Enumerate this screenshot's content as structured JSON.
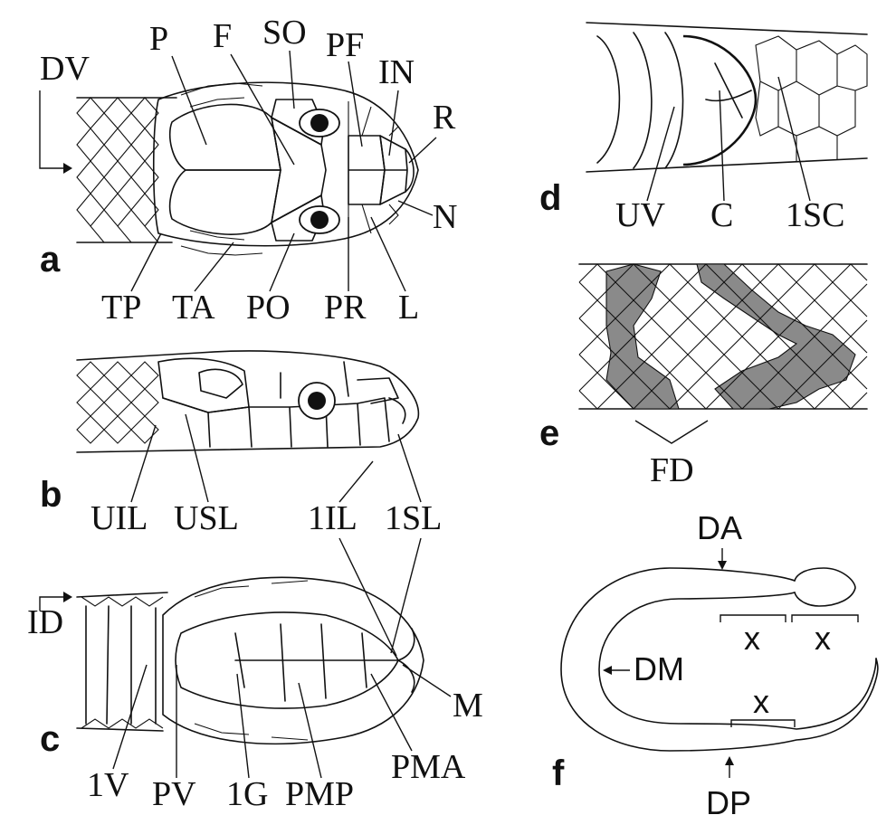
{
  "panels": {
    "a": "a",
    "b": "b",
    "c": "c",
    "d": "d",
    "e": "e",
    "f": "f"
  },
  "labels_a": {
    "DV": "DV",
    "P": "P",
    "F": "F",
    "SO": "SO",
    "PF": "PF",
    "IN": "IN",
    "R": "R",
    "N": "N",
    "TP": "TP",
    "TA": "TA",
    "PO": "PO",
    "PR": "PR",
    "L": "L"
  },
  "labels_b": {
    "UIL": "UIL",
    "USL": "USL",
    "IIL1": "1IL",
    "SL1": "1SL"
  },
  "labels_c": {
    "ID": "ID",
    "V1": "1V",
    "PV": "PV",
    "G1": "1G",
    "PMP": "PMP",
    "PMA": "PMA",
    "M": "M"
  },
  "labels_d": {
    "UV": "UV",
    "C": "C",
    "SC1": "1SC"
  },
  "labels_e": {
    "FD": "FD"
  },
  "labels_f": {
    "DA": "DA",
    "DM": "DM",
    "DP": "DP",
    "x1": "x",
    "x2": "x",
    "x3": "x"
  },
  "colors": {
    "line": "#111111",
    "shade": "#8a8a8a",
    "background": "#ffffff"
  }
}
